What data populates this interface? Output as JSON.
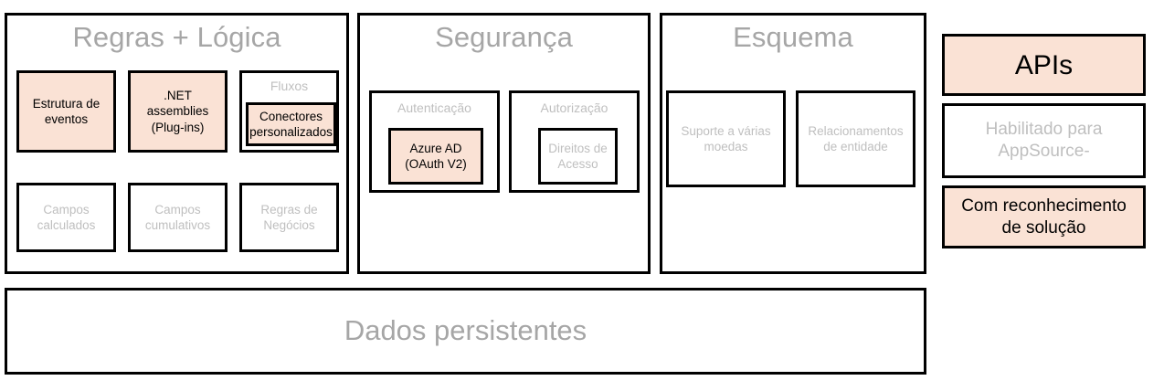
{
  "diagram": {
    "panels": [
      {
        "title": "Regras + Lógica",
        "items": [
          {
            "label": "Estrutura de eventos",
            "style": "peach"
          },
          {
            "label": ".NET assemblies (Plug-ins)",
            "style": "peach"
          },
          {
            "label": "Fluxos",
            "style": "muted-parent",
            "child": {
              "label": "Conectores personalizados",
              "style": "peach"
            }
          },
          {
            "label": "Campos calculados",
            "style": "muted"
          },
          {
            "label": "Campos cumulativos",
            "style": "muted"
          },
          {
            "label": "Regras de Negócios",
            "style": "muted"
          }
        ]
      },
      {
        "title": "Segurança",
        "items": [
          {
            "label": "Autenticação",
            "style": "muted-parent",
            "child": {
              "label": "Azure AD (OAuth V2)",
              "style": "peach"
            }
          },
          {
            "label": "Autorização",
            "style": "muted-parent",
            "child": {
              "label": "Direitos de Acesso",
              "style": "muted"
            }
          }
        ]
      },
      {
        "title": "Esquema",
        "items": [
          {
            "label": "Suporte a várias moedas",
            "style": "muted"
          },
          {
            "label": "Relacionamentos de entidade",
            "style": "muted"
          }
        ]
      }
    ],
    "side_boxes": [
      {
        "label": "APIs",
        "style": "peach"
      },
      {
        "label": "Habilitado para AppSource-",
        "style": "muted"
      },
      {
        "label": "Com reconhecimento de solução",
        "style": "peach"
      }
    ],
    "footer": {
      "title": "Dados persistentes"
    },
    "colors": {
      "peach_fill": "#fae2d5",
      "border": "#000000",
      "muted_text": "#bfbfbf",
      "title_text": "#a6a6a6",
      "body_text": "#000000",
      "background": "#ffffff"
    }
  }
}
